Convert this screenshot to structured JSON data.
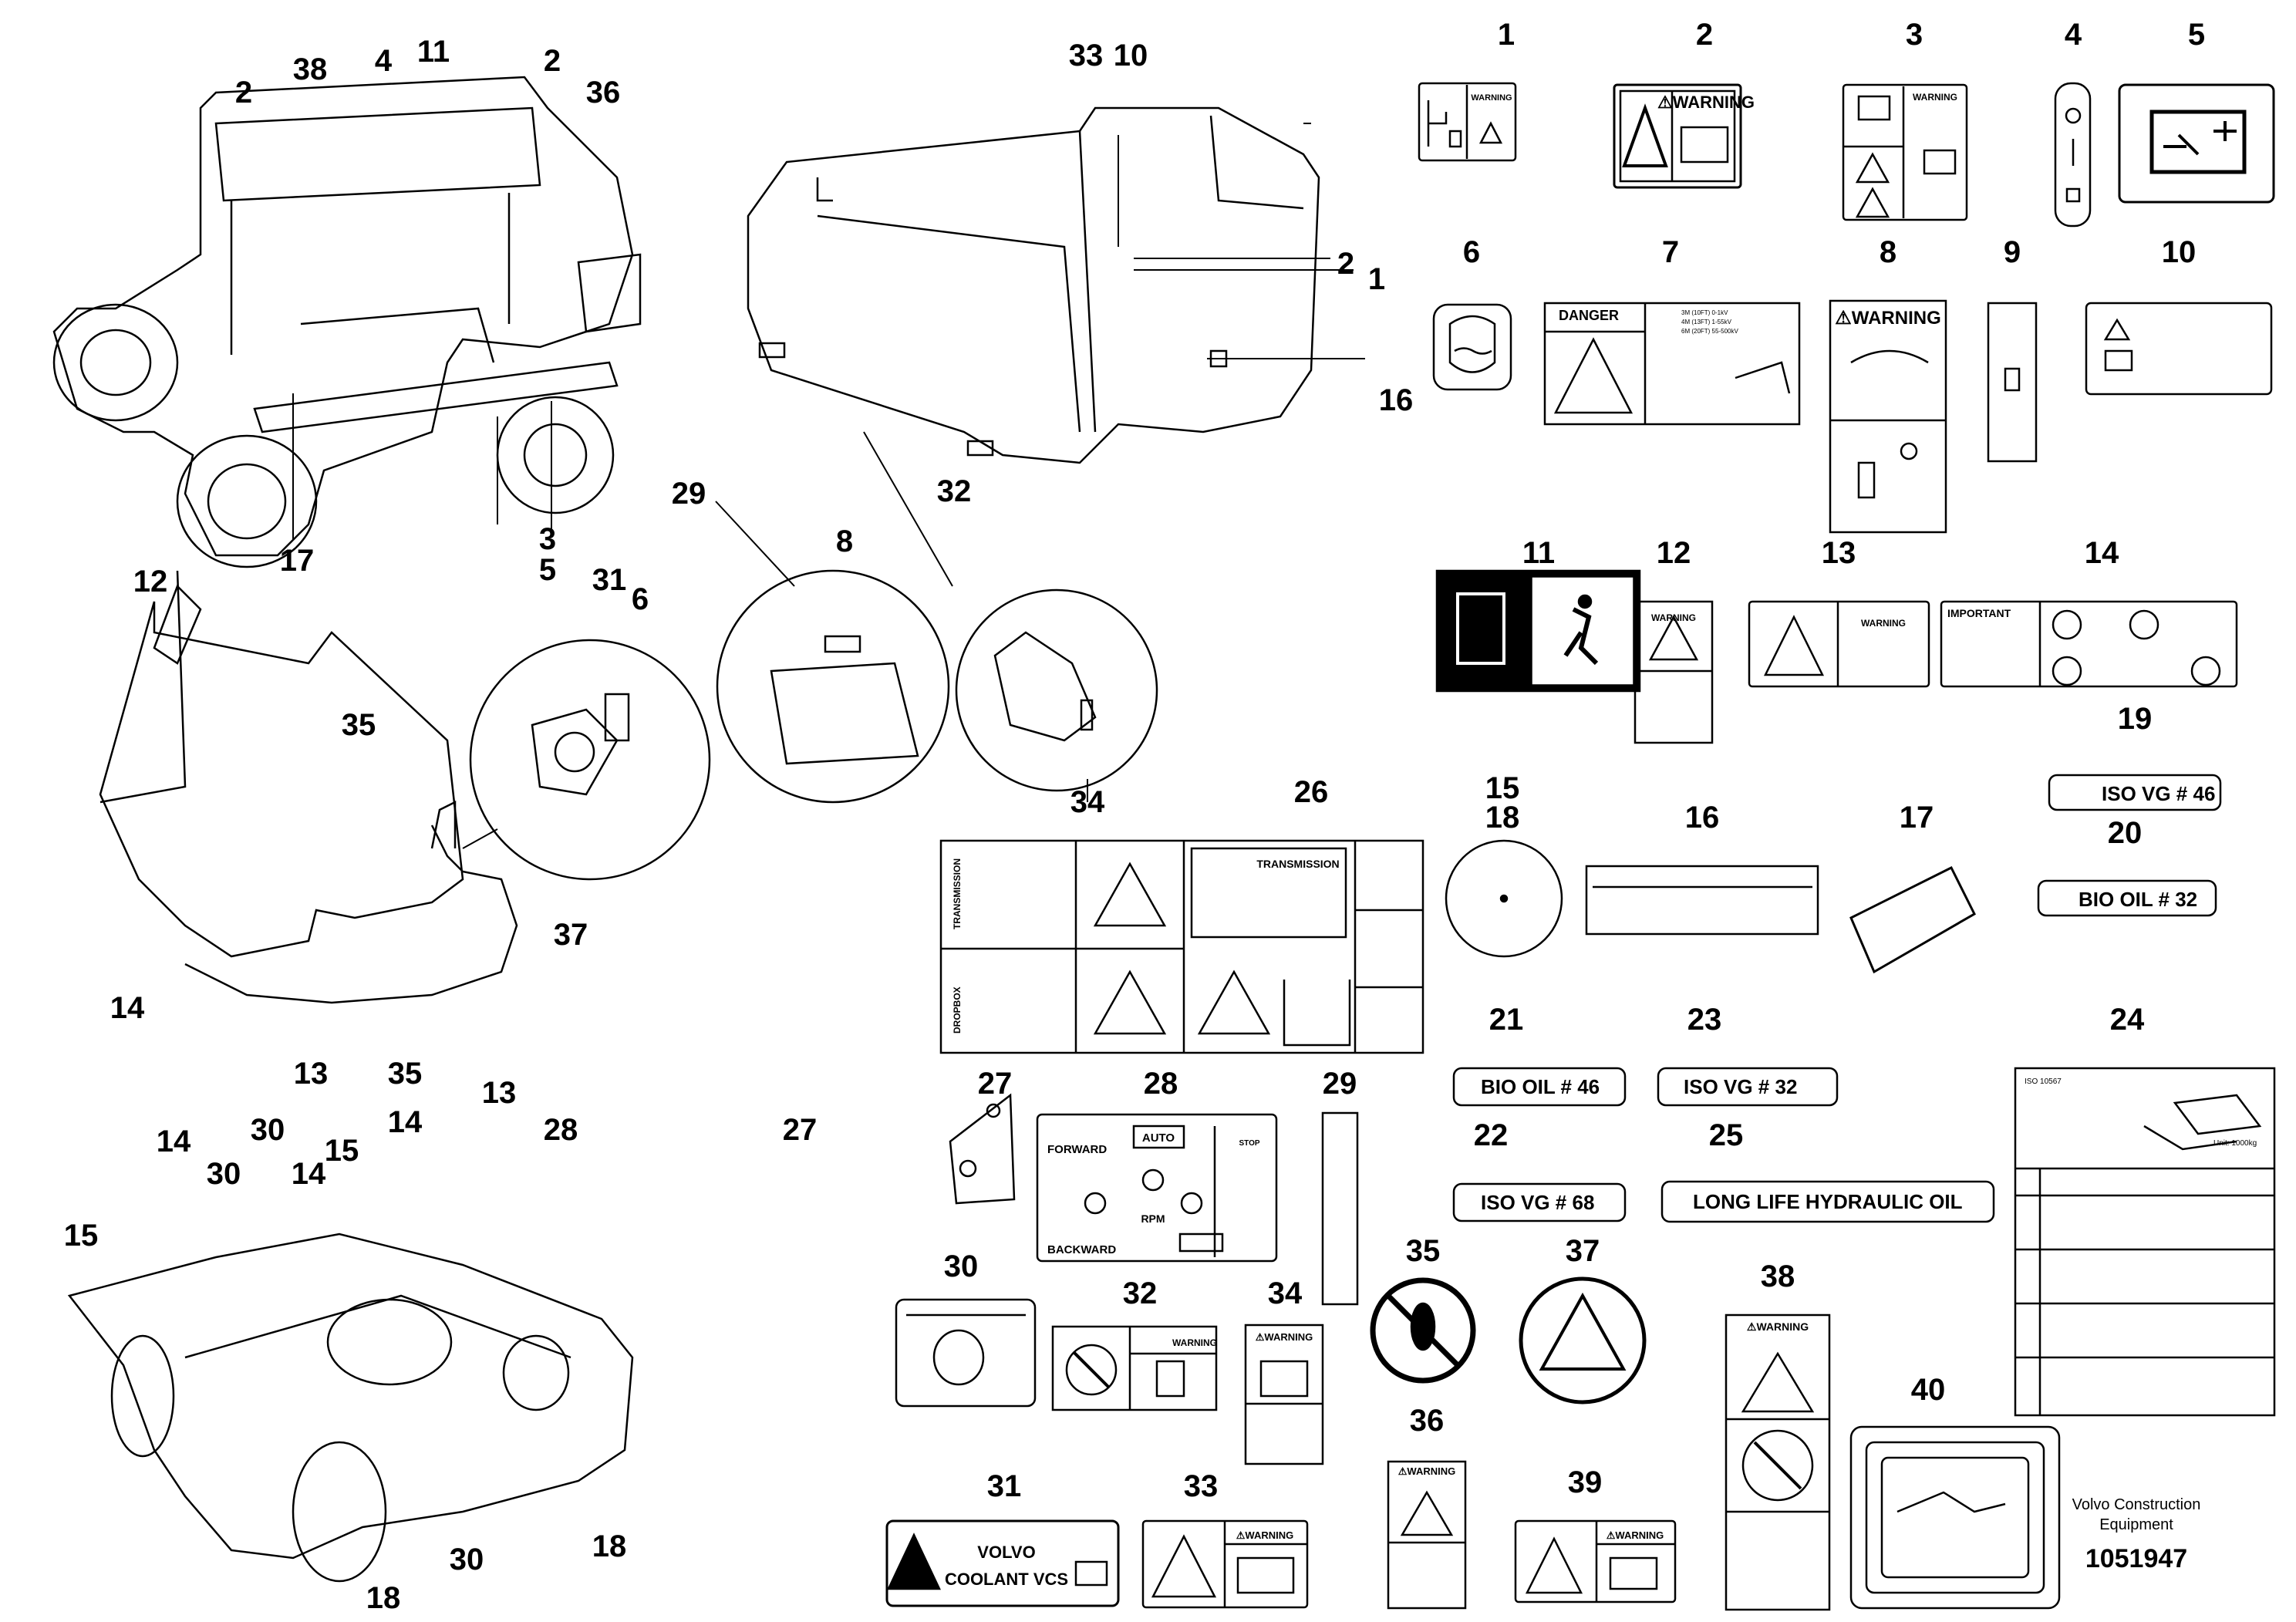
{
  "diagram": {
    "figure_number": "1051947",
    "manufacturer": "Volvo Construction Equipment",
    "callouts": {
      "c1": "1",
      "c2": "2",
      "c3": "3",
      "c4": "4",
      "c5": "5",
      "c6": "6",
      "c7": "7",
      "c8": "8",
      "c9": "9",
      "c10": "10",
      "c11": "11",
      "c12": "12",
      "c13": "13",
      "c14": "14",
      "c15": "15",
      "c16": "16",
      "c17": "17",
      "c18": "18",
      "c19": "19",
      "c20": "20",
      "c21": "21",
      "c22": "22",
      "c23": "23",
      "c24": "24",
      "c25": "25",
      "c26": "26",
      "c27": "27",
      "c28": "28",
      "c29": "29",
      "c30": "30",
      "c31": "31",
      "c32": "32",
      "c33": "33",
      "c34": "34",
      "c35": "35",
      "c36": "36",
      "c37": "37",
      "c38": "38",
      "c39": "39",
      "c40": "40"
    },
    "decals": {
      "warning": "WARNING",
      "warning_symbol": "⚠WARNING",
      "danger": "DANGER",
      "important": "IMPORTANT",
      "transmission": "TRANSMISSION",
      "dropbox": "DROPBOX",
      "iso_vg_46": "ISO  VG  # 46",
      "bio_oil_32": "BIO  OIL  # 32",
      "bio_oil_46": "BIO  OIL  # 46",
      "iso_vg_32": "ISO  VG  # 32",
      "iso_vg_68": "ISO  VG  # 68",
      "long_life": "LONG LIFE HYDRAULIC OIL",
      "forward": "FORWARD",
      "backward": "BACKWARD",
      "auto": "AUTO",
      "rpm": "RPM",
      "stop": "STOP",
      "volvo": "VOLVO",
      "coolant": "COOLANT VCS",
      "unit": "Unit: 1000kg",
      "iso_ref": "ISO 10567",
      "voltage_1": "3M (10FT)  0-1kV",
      "voltage_2": "4M (13FT)  1-55kV",
      "voltage_3": "6M (20FT)  55-500kV"
    }
  }
}
